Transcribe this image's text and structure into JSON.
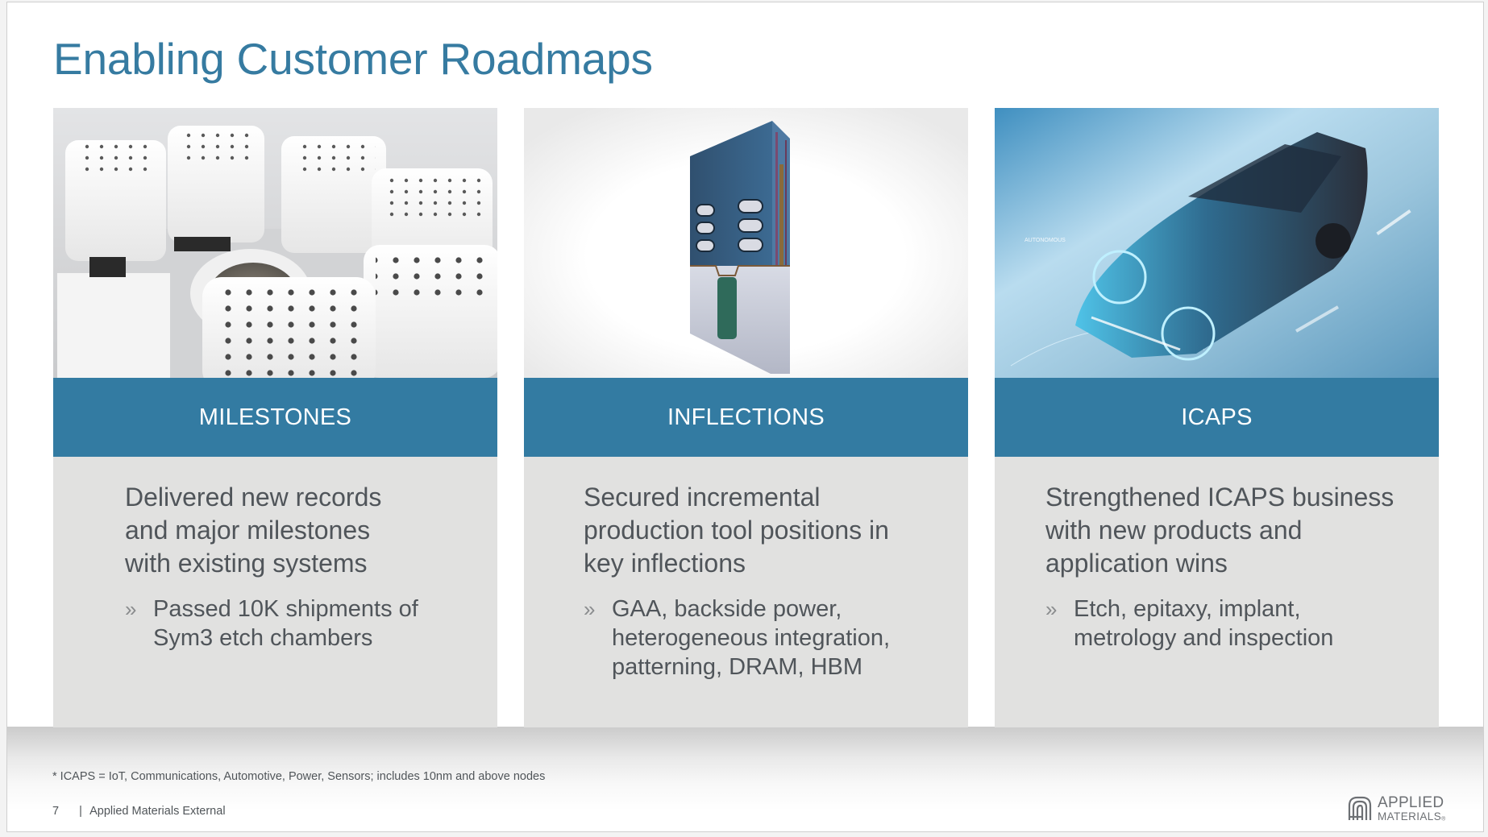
{
  "slide": {
    "title": "Enabling Customer Roadmaps",
    "accent_color": "#337ba2",
    "cards": [
      {
        "image_alt": "Sym3 etch chamber system with perforated chamber lids",
        "banner": "MILESTONES",
        "headline": "Delivered new records and major milestones with existing systems",
        "bullet_mark": "»",
        "bullet": "Passed 10K shipments of Sym3 etch chambers"
      },
      {
        "image_alt": "3D cross-section of gate-all-around transistor structure",
        "banner": "INFLECTIONS",
        "headline": "Secured incremental production tool positions in key inflections",
        "bullet_mark": "»",
        "bullet": "GAA, backside power, heterogeneous integration, patterning, DRAM, HBM"
      },
      {
        "image_alt": "Wireframe x-ray view of an automotive car",
        "image_label": "AUTONOMOUS",
        "banner": "ICAPS",
        "headline": "Strengthened ICAPS business with new products and application wins",
        "bullet_mark": "»",
        "bullet": "Etch, epitaxy, implant, metrology and inspection"
      }
    ],
    "footnote": "* ICAPS = IoT, Communications, Automotive, Power, Sensors; includes 10nm and above nodes",
    "footer": {
      "page_number": "7",
      "separator": "|",
      "classification": "Applied Materials External"
    },
    "logo": {
      "line1": "APPLIED",
      "line2": "MATERIALS",
      "registered": "®"
    }
  }
}
